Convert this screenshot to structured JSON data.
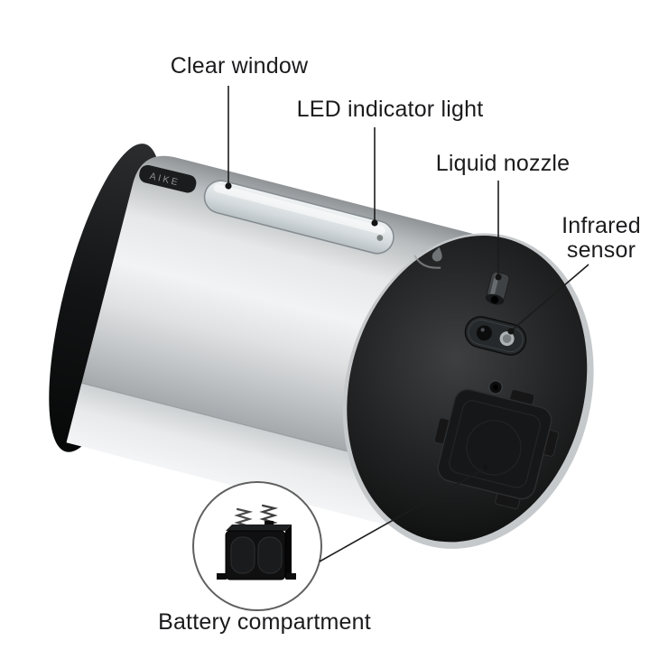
{
  "device": {
    "brand": "AIKE"
  },
  "callouts": {
    "clear_window": {
      "label": "Clear window"
    },
    "led": {
      "label": "LED indicator light"
    },
    "nozzle": {
      "label": "Liquid nozzle"
    },
    "infrared": {
      "line1": "Infrared",
      "line2": "sensor"
    },
    "battery": {
      "label": "Battery compartment"
    }
  },
  "colors": {
    "background": "#ffffff",
    "label_text": "#1b1b1d",
    "callout_line": "#1c1c1c",
    "body_silver": "#dfe1e2",
    "end_face_black": "#1a1b1c",
    "window_glass": "#dde3e6"
  }
}
